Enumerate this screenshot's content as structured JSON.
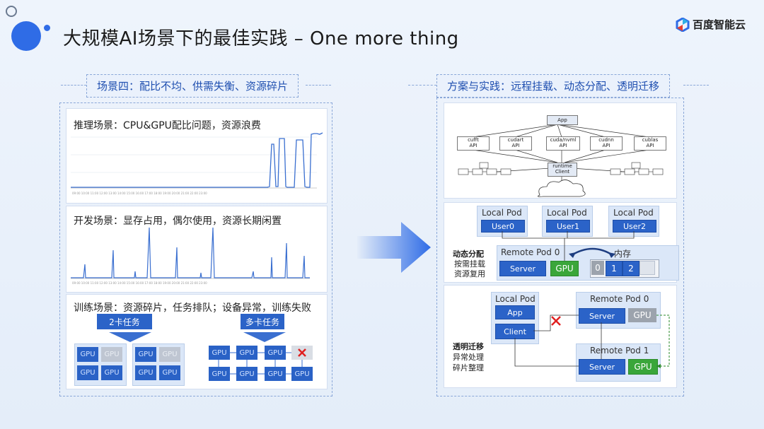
{
  "header": {
    "title": "大规模AI场景下的最佳实践 – One more thing",
    "logo_text": "百度智能云"
  },
  "left": {
    "section_label": "场景四：配比不均、供需失衡、资源碎片",
    "inference_title": "推理场景：CPU&GPU配比问题，资源浪费",
    "dev_title": "开发场景：显存占用，偶尔使用，资源长期闲置",
    "train_title": "训练场景：资源碎片，任务排队；设备异常，训练失败",
    "task_two": "2卡任务",
    "task_multi": "多卡任务",
    "gpu": "GPU"
  },
  "right": {
    "section_label": "方案与实践：远程挂载、动态分配、透明迁移",
    "arch": {
      "app": "App",
      "apis": [
        "cufft\nAPI",
        "cudart\nAPI",
        "cuda/nvml\nAPI",
        "cudnn\nAPI",
        "cublas\nAPI"
      ],
      "runtime": "runtime\nClient"
    },
    "dyn": {
      "local_pod": "Local Pod",
      "users": [
        "User0",
        "User1",
        "User2"
      ],
      "side_label_1": "动态分配",
      "side_label_2": "按需挂载",
      "side_label_3": "资源复用",
      "remote_pod0": "Remote Pod 0",
      "memory": "内存",
      "server": "Server",
      "gpu": "GPU",
      "mem_cells": [
        "0",
        "1",
        "2"
      ]
    },
    "migr": {
      "local_pod": "Local Pod",
      "app": "App",
      "client": "Client",
      "side_label_1": "透明迁移",
      "side_label_2": "异常处理",
      "side_label_3": "碎片整理",
      "remote_pod0": "Remote Pod 0",
      "remote_pod1": "Remote Pod 1",
      "server": "Server",
      "gpu": "GPU"
    }
  },
  "colors": {
    "accent": "#2b63c8",
    "green": "#3aa63a",
    "error": "#e02020"
  }
}
